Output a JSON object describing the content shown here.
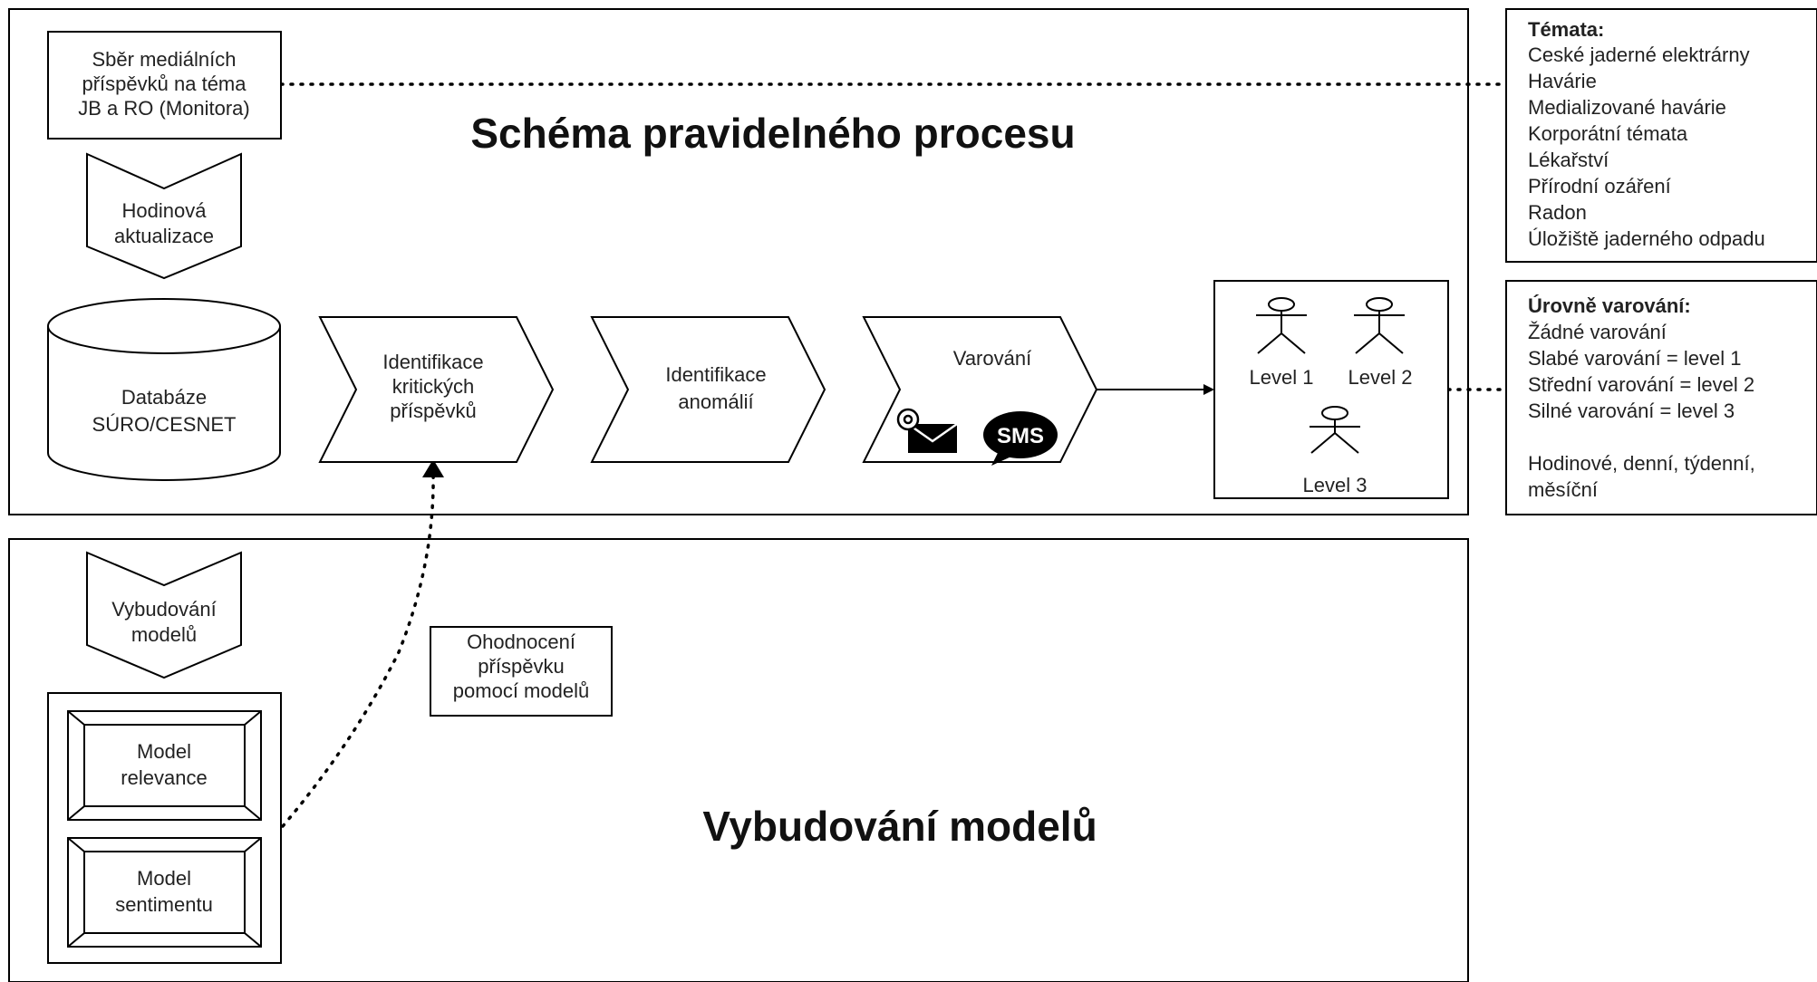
{
  "diagram": {
    "process_title": "Schéma pravidelného procesu",
    "models_title": "Vybudování modelů",
    "collection": [
      "Sběr mediálních",
      "příspěvků na téma",
      "JB a RO (Monitora)"
    ],
    "hourly_update": [
      "Hodinová",
      "aktualizace"
    ],
    "database": [
      "Databáze",
      "SÚRO/CESNET"
    ],
    "step_critical": [
      "Identifikace",
      "kritických",
      "příspěvků"
    ],
    "step_anomalies": [
      "Identifikace",
      "anomálií"
    ],
    "step_warning": "Varování",
    "sms_label": "SMS",
    "levels": [
      "Level 1",
      "Level 2",
      "Level 3"
    ],
    "build_models": [
      "Vybudování",
      "modelů"
    ],
    "model_relevance": [
      "Model",
      "relevance"
    ],
    "model_sentiment": [
      "Model",
      "sentimentu"
    ],
    "evaluation": [
      "Ohodnocení",
      "příspěvku",
      "pomocí modelů"
    ],
    "topics": {
      "heading": "Témata:",
      "items": [
        "Ceské jaderné elektrárny",
        "Havárie",
        "Medializované havárie",
        "Korporátní témata",
        "Lékařství",
        "Přírodní ozáření",
        "Radon",
        "Úložiště jaderného odpadu"
      ]
    },
    "warning_levels": {
      "heading": "Úrovně varování:",
      "items": [
        "Žádné varování",
        "Slabé varování = level 1",
        "Střední varování = level 2",
        "Silné varování = level 3",
        "",
        "Hodinové, denní, týdenní,",
        "měsíční"
      ]
    }
  }
}
